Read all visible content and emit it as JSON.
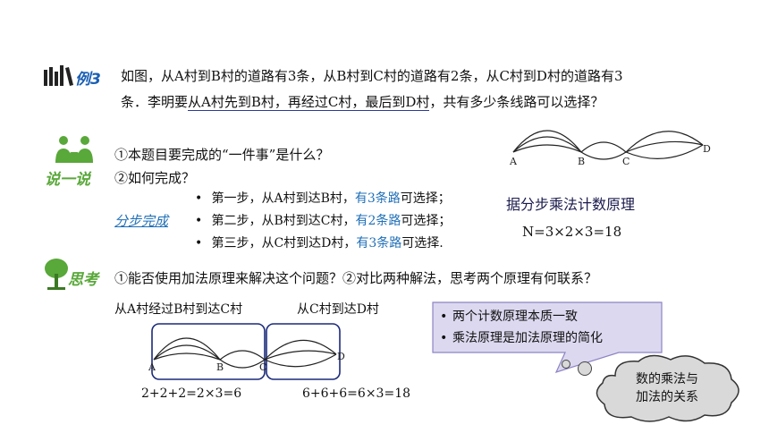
{
  "example": {
    "badge": "例3",
    "line1": "如图，从A村到B村的道路有3条，从B村到C村的道路有2条，从C村到D村的道路有3",
    "line2_pre": "条．李明要",
    "line2_underlined": "从A村先到B村，再经过C村，最后到D村",
    "line2_post": "，共有多少条线路可以选择？"
  },
  "discuss": {
    "badge": "说一说",
    "q1": "①本题目要完成的“一件事”是什么？",
    "q2": "②如何完成？"
  },
  "steps_label": "分步完成",
  "steps": [
    {
      "pre": "第一步，从A村到达B村，",
      "highlight": "有3条路",
      "post": "可选择；"
    },
    {
      "pre": "第二步，从B村到达C村，",
      "highlight": "有2条路",
      "post": "可选择；"
    },
    {
      "pre": "第三步，从C村到达D村，",
      "highlight": "有3条路",
      "post": "可选择."
    }
  ],
  "principle": {
    "title": "据分步乘法计数原理",
    "formula": "N=3×2×3=18"
  },
  "diagram_top": {
    "labels": [
      "A",
      "B",
      "C",
      "D"
    ]
  },
  "think": {
    "badge": "思考",
    "text": "①能否使用加法原理来解决这个问题？②对比两种解法，思考两个原理有何联系？"
  },
  "bottom": {
    "left_title": "从A村经过B村到达C村",
    "right_title": "从C村到达D村",
    "left_formula": "2+2+2=2×3=6",
    "right_formula": "6+6+6=6×3=18",
    "labels": [
      "A",
      "B",
      "C",
      "D"
    ]
  },
  "callout": {
    "items": [
      "两个计数原理本质一致",
      "乘法原理是加法原理的简化"
    ]
  },
  "cloud": {
    "line1": "数的乘法与",
    "line2": "加法的关系"
  },
  "colors": {
    "highlight": "#1f6fb8",
    "navy": "#2a3a9a",
    "badge_green": "#59a83a",
    "badge_blue": "#1a5fb4"
  }
}
